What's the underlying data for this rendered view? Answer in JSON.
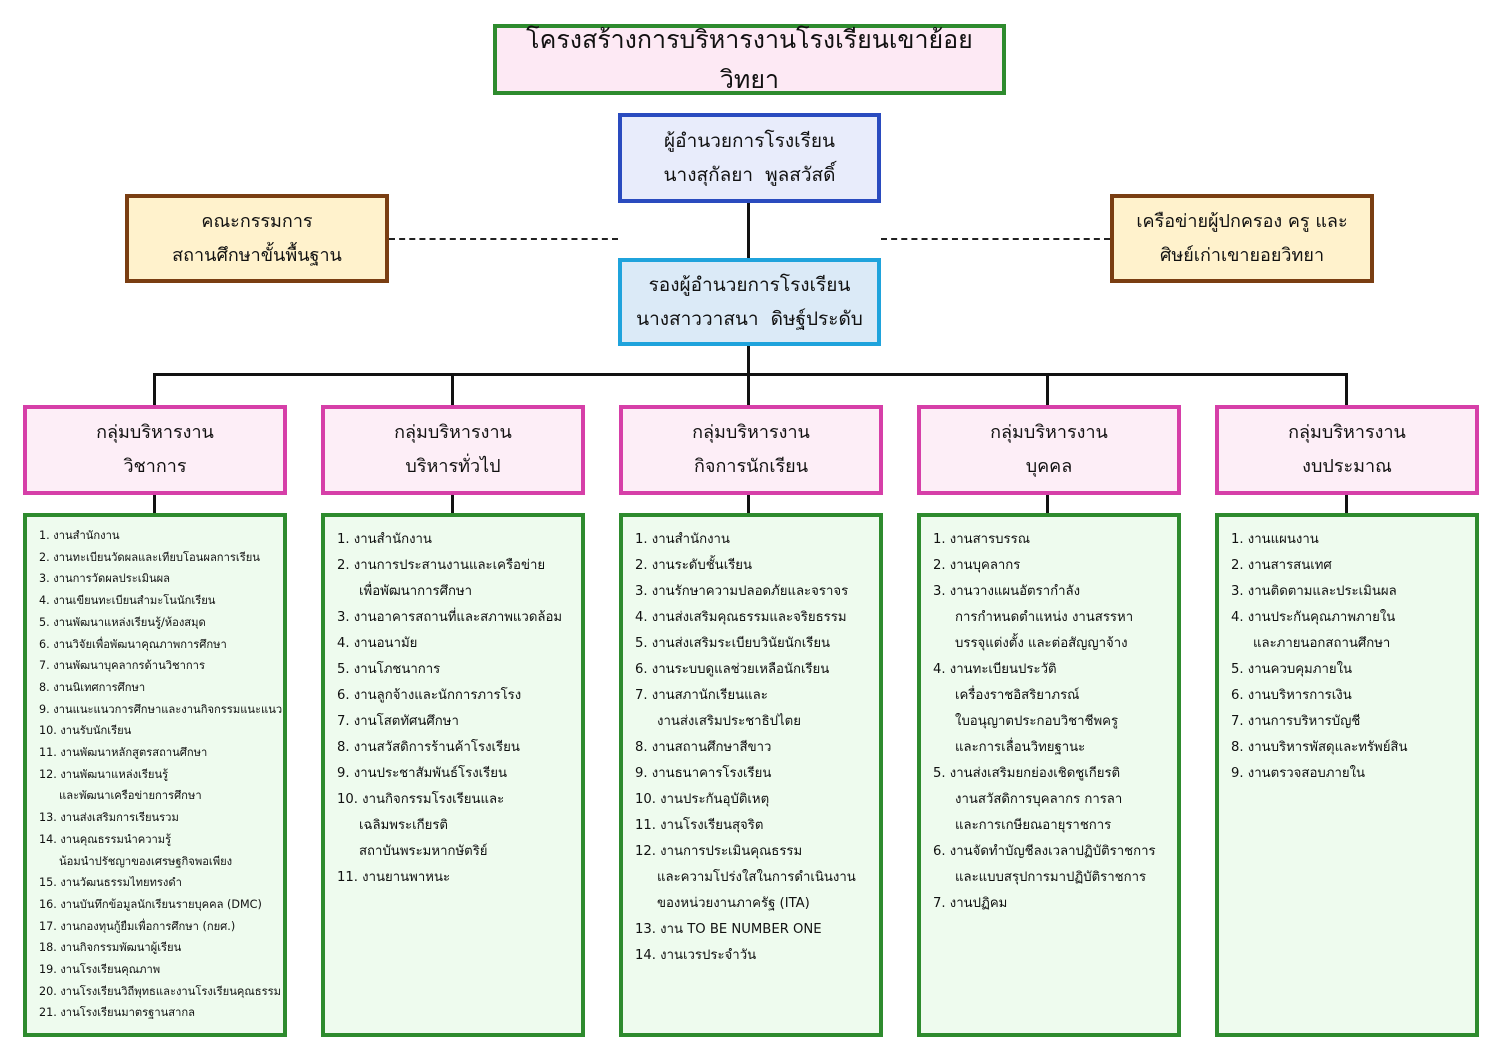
{
  "title": "โครงสร้างการบริหารงานโรงเรียนเขาย้อยวิทยา",
  "director": {
    "role": "ผู้อำนวยการโรงเรียน",
    "name": "นางสุกัลยา  พูลสวัสดิ์"
  },
  "committee": {
    "line1": "คณะกรรมการ",
    "line2": "สถานศึกษาขั้นพื้นฐาน"
  },
  "network": {
    "line1": "เครือข่ายผู้ปกครอง ครู และ",
    "line2": "ศิษย์เก่าเขายอยวิทยา"
  },
  "deputy": {
    "role": "รองผู้อำนวยการโรงเรียน",
    "name": "นางสาววาสนา  ดิษฐ์ประดับ"
  },
  "colors": {
    "title_border": "#2e8b2e",
    "title_fill": "#fde9f4",
    "director_border": "#2a4bbf",
    "director_fill": "#e8ecfb",
    "side_border": "#7a3e12",
    "side_fill": "#fff2cc",
    "deputy_border": "#1fa3dc",
    "deputy_fill": "#dbeaf7",
    "group_border": "#d63fa8",
    "group_fill": "#fdeef7",
    "task_border": "#2e8b2e",
    "task_fill": "#eefbee"
  },
  "groups": [
    {
      "line1": "กลุ่มบริหารงาน",
      "line2": "วิชาการ",
      "tasks": [
        [
          "1. งานสำนักงาน"
        ],
        [
          "2. งานทะเบียนวัดผลและเทียบโอนผลการเรียน"
        ],
        [
          "3. งานการวัดผลประเมินผล"
        ],
        [
          "4. งานเขียนทะเบียนสำมะโนนักเรียน"
        ],
        [
          "5. งานพัฒนาแหล่งเรียนรู้/ห้องสมุด"
        ],
        [
          "6. งานวิจัยเพื่อพัฒนาคุณภาพการศึกษา"
        ],
        [
          "7. งานพัฒนาบุคลากรด้านวิชาการ"
        ],
        [
          "8. งานนิเทศการศึกษา"
        ],
        [
          "9. งานแนะแนวการศึกษาและงานกิจกรรมแนะแนว"
        ],
        [
          "10. งานรับนักเรียน"
        ],
        [
          "11. งานพัฒนาหลักสูตรสถานศึกษา"
        ],
        [
          "12. งานพัฒนาแหล่งเรียนรู้",
          "และพัฒนาเครือข่ายการศึกษา"
        ],
        [
          "13. งานส่งเสริมการเรียนรวม"
        ],
        [
          "14. งานคุณธรรมนำความรู้",
          "น้อมนำปรัชญาของเศรษฐกิจพอเพียง"
        ],
        [
          "15. งานวัฒนธรรมไทยทรงดำ"
        ],
        [
          "16. งานบันทึกข้อมูลนักเรียนรายบุคคล (DMC)"
        ],
        [
          "17. งานกองทุนกู้ยืมเพื่อการศึกษา (กยศ.)"
        ],
        [
          "18. งานกิจกรรมพัฒนาผู้เรียน"
        ],
        [
          "19. งานโรงเรียนคุณภาพ"
        ],
        [
          "20. งานโรงเรียนวิถีพุทธและงานโรงเรียนคุณธรรม"
        ],
        [
          "21. งานโรงเรียนมาตรฐานสากล"
        ]
      ]
    },
    {
      "line1": "กลุ่มบริหารงาน",
      "line2": "บริหารทั่วไป",
      "tasks": [
        [
          "1. งานสำนักงาน"
        ],
        [
          "2. งานการประสานงานและเครือข่าย",
          "เพื่อพัฒนาการศึกษา"
        ],
        [
          "3. งานอาคารสถานที่และสภาพแวดล้อม"
        ],
        [
          "4. งานอนามัย"
        ],
        [
          "5. งานโภชนาการ"
        ],
        [
          "6. งานลูกจ้างและนักการภารโรง"
        ],
        [
          "7. งานโสตทัศนศึกษา"
        ],
        [
          "8. งานสวัสดิการร้านค้าโรงเรียน"
        ],
        [
          "9. งานประชาสัมพันธ์โรงเรียน"
        ],
        [
          "10. งานกิจกรรมโรงเรียนและ",
          "เฉลิมพระเกียรติ",
          "สถาบันพระมหากษัตริย์"
        ],
        [
          "11. งานยานพาหนะ"
        ]
      ]
    },
    {
      "line1": "กลุ่มบริหารงาน",
      "line2": "กิจการนักเรียน",
      "tasks": [
        [
          "1. งานสำนักงาน"
        ],
        [
          "2. งานระดับชั้นเรียน"
        ],
        [
          "3. งานรักษาความปลอดภัยและจราจร"
        ],
        [
          "4. งานส่งเสริมคุณธรรมและจริยธรรม"
        ],
        [
          "5. งานส่งเสริมระเบียบวินัยนักเรียน"
        ],
        [
          "6. งานระบบดูแลช่วยเหลือนักเรียน"
        ],
        [
          "7. งานสภานักเรียนและ",
          "งานส่งเสริมประชาธิปไตย"
        ],
        [
          "8. งานสถานศึกษาสีขาว"
        ],
        [
          "9. งานธนาคารโรงเรียน"
        ],
        [
          "10. งานประกันอุบัติเหตุ"
        ],
        [
          "11. งานโรงเรียนสุจริต"
        ],
        [
          "12. งานการประเมินคุณธรรม",
          "และความโปร่งใสในการดำเนินงาน",
          "ของหน่วยงานภาครัฐ (ITA)"
        ],
        [
          "13. งาน TO BE NUMBER ONE"
        ],
        [
          "14. งานเวรประจำวัน"
        ]
      ]
    },
    {
      "line1": "กลุ่มบริหารงาน",
      "line2": "บุคคล",
      "tasks": [
        [
          "1. งานสารบรรณ"
        ],
        [
          "2. งานบุคลากร"
        ],
        [
          "3. งานวางแผนอัตรากำลัง",
          "การกำหนดตำแหน่ง งานสรรหา",
          "บรรจุแต่งตั้ง และต่อสัญญาจ้าง"
        ],
        [
          "4. งานทะเบียนประวัติ",
          "เครื่องราชอิสริยาภรณ์",
          "ใบอนุญาตประกอบวิชาชีพครู",
          "และการเลื่อนวิทยฐานะ"
        ],
        [
          "5. งานส่งเสริมยกย่องเชิดชูเกียรติ",
          "งานสวัสดิการบุคลากร การลา",
          "และการเกษียณอายุราชการ"
        ],
        [
          "6. งานจัดทำบัญชีลงเวลาปฏิบัติราชการ",
          "และแบบสรุปการมาปฏิบัติราชการ"
        ],
        [
          "7. งานปฏิคม"
        ]
      ]
    },
    {
      "line1": "กลุ่มบริหารงาน",
      "line2": "งบประมาณ",
      "tasks": [
        [
          "1. งานแผนงาน"
        ],
        [
          "2. งานสารสนเทศ"
        ],
        [
          "3. งานติดตามและประเมินผล"
        ],
        [
          "4. งานประกันคุณภาพภายใน",
          "และภายนอกสถานศึกษา"
        ],
        [
          "5. งานควบคุมภายใน"
        ],
        [
          "6. งานบริหารการเงิน"
        ],
        [
          "7. งานการบริหารบัญชี"
        ],
        [
          "8. งานบริหารพัสดุและทรัพย์สิน"
        ],
        [
          "9. งานตรวจสอบภายใน"
        ]
      ]
    }
  ]
}
